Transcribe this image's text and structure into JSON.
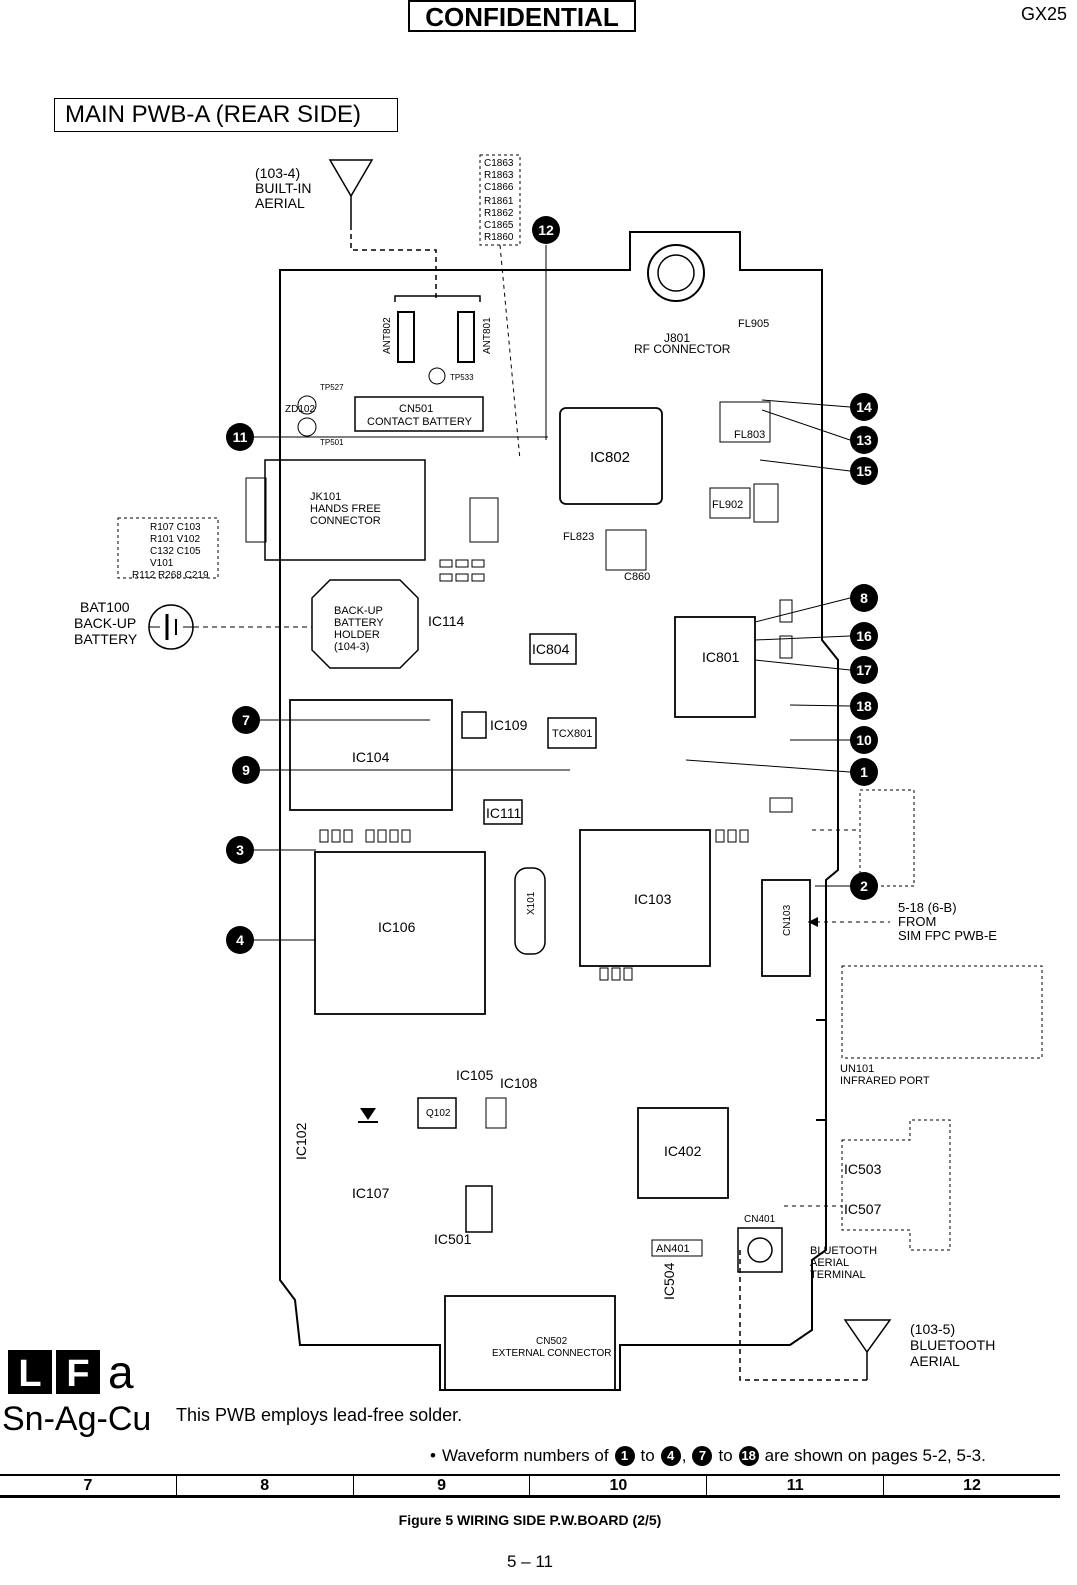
{
  "header": {
    "confidential": "CONFIDENTIAL",
    "model": "GX25"
  },
  "title": "MAIN PWB-A (REAR SIDE)",
  "ics": [
    "IC802",
    "IC804",
    "IC801",
    "IC114",
    "IC109",
    "IC104",
    "IC111",
    "IC103",
    "IC106",
    "IC105",
    "IC108",
    "IC102",
    "IC107",
    "IC501",
    "IC402",
    "IC503",
    "IC507",
    "IC504"
  ],
  "connectors": {
    "rf": [
      "J801",
      "RF CONNECTOR"
    ],
    "contact_battery": [
      "CN501",
      "CONTACT BATTERY"
    ],
    "hands_free": [
      "JK101",
      "HANDS FREE",
      "CONNECTOR"
    ],
    "backup_holder": [
      "BACK-UP",
      "BATTERY",
      "HOLDER",
      "(104-3)"
    ],
    "external": [
      "CN502",
      "EXTERNAL CONNECTOR"
    ],
    "cn103": "CN103",
    "cn401": "CN401"
  },
  "callouts": {
    "builtin_aerial": [
      "(103-4)",
      "BUILT-IN",
      "AERIAL"
    ],
    "bat100": [
      "BAT100",
      "BACK-UP",
      "BATTERY"
    ],
    "from_sim": [
      "5-18 (6-B)",
      "FROM",
      "SIM FPC PWB-E"
    ],
    "infrared": [
      "UN101",
      "INFRARED PORT"
    ],
    "bt_terminal": [
      "BLUETOOTH",
      "AERIAL",
      "TERMINAL"
    ],
    "bt_aerial": [
      "(103-5)",
      "BLUETOOTH",
      "AERIAL"
    ]
  },
  "markers": [
    "12",
    "14",
    "13",
    "15",
    "11",
    "8",
    "16",
    "17",
    "18",
    "7",
    "10",
    "9",
    "1",
    "3",
    "2",
    "4"
  ],
  "footer": {
    "lfa": {
      "l": "L",
      "f": "F",
      "a": "a"
    },
    "alloy": "Sn-Ag-Cu",
    "leadfree": "This PWB employs lead-free solder.",
    "wave": {
      "bullet": "•",
      "prefix": "Waveform numbers of",
      "n1": "1",
      "to1": "to",
      "n2": "4",
      "comma": ",",
      "n3": "7",
      "to2": "to",
      "n4": "18",
      "suffix": "are shown on pages 5-2, 5-3."
    },
    "grid": [
      "7",
      "8",
      "9",
      "10",
      "11",
      "12"
    ],
    "caption": "Figure 5 WIRING SIDE P.W.BOARD (2/5)",
    "page": "5 – 11"
  }
}
